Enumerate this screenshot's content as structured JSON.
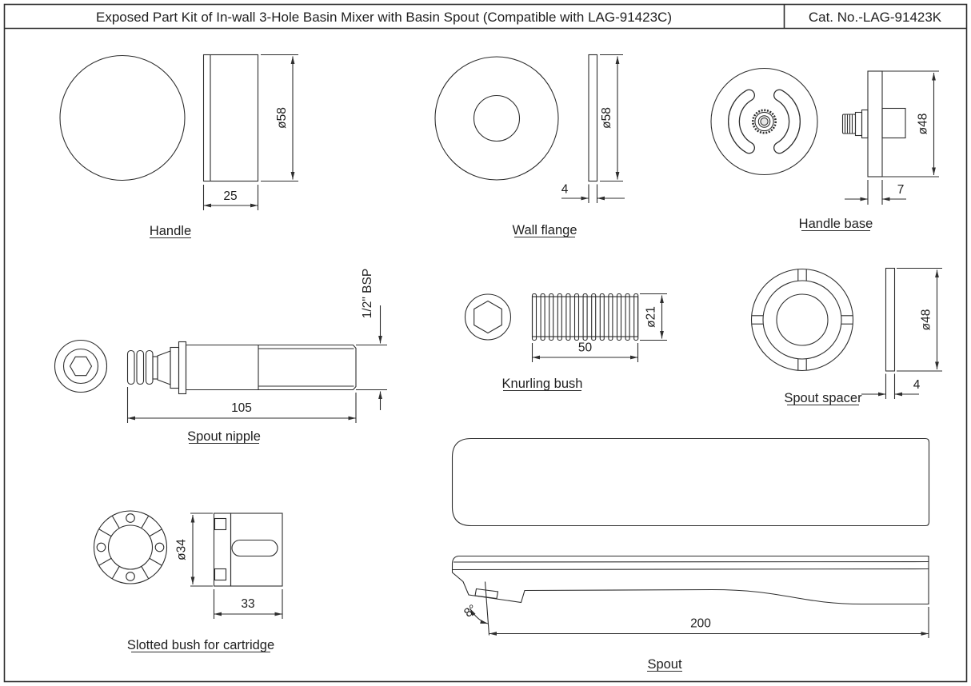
{
  "title_block": {
    "title": "Exposed Part Kit of In-wall 3-Hole Basin Mixer with Basin Spout (Compatible with LAG-91423C)",
    "cat_no": "Cat. No.-LAG-91423K"
  },
  "colors": {
    "line_color": "#2e2e2e",
    "background": "#ffffff"
  },
  "parts": {
    "handle": {
      "label": "Handle",
      "diameter": "ø58",
      "depth": "25"
    },
    "wall_flange": {
      "label": "Wall flange",
      "diameter": "ø58",
      "thickness": "4"
    },
    "handle_base": {
      "label": "Handle base",
      "diameter": "ø48",
      "thickness": "7"
    },
    "spout_nipple": {
      "label": "Spout nipple",
      "length": "105",
      "thread": "1/2\" BSP"
    },
    "knurling_bush": {
      "label": "Knurling bush",
      "length": "50",
      "diameter": "ø21"
    },
    "spout_spacer": {
      "label": "Spout spacer",
      "diameter": "ø48",
      "thickness": "4"
    },
    "slotted_bush": {
      "label": "Slotted bush for cartridge",
      "diameter": "ø34",
      "length": "33"
    },
    "spout": {
      "label": "Spout",
      "length": "200",
      "angle": "8°"
    }
  }
}
